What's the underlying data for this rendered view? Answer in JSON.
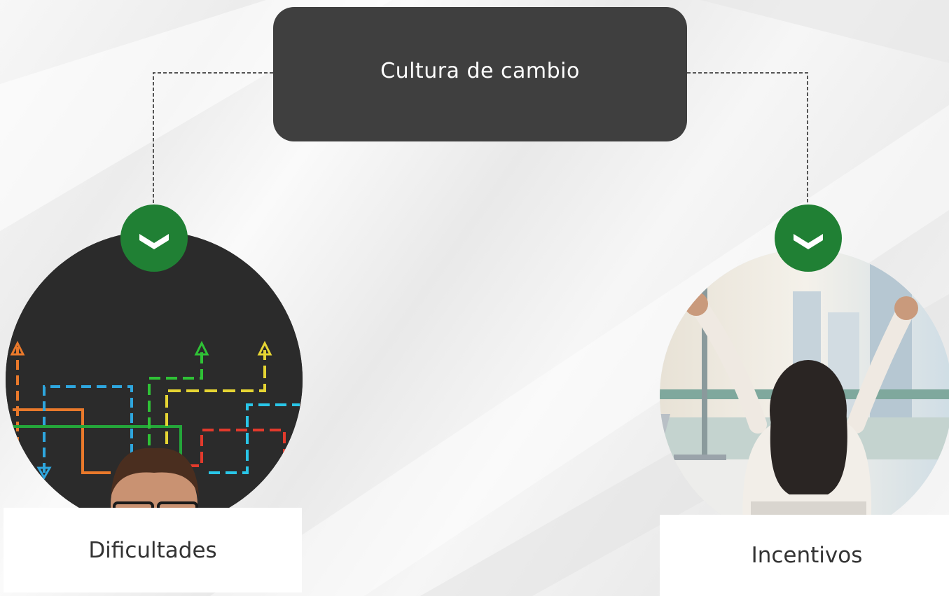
{
  "diagram": {
    "root": {
      "label": "Cultura de cambio"
    },
    "branches": [
      {
        "label": "Dificultades",
        "image": "paths-chalkboard-man-photo",
        "toggle_icon": "chevron-down-icon"
      },
      {
        "label": "Incentivos",
        "image": "celebrating-woman-office-photo",
        "toggle_icon": "chevron-down-icon"
      }
    ]
  },
  "colors": {
    "root_fill": "#3f3f3f",
    "toggle_fill": "#208034",
    "connector": "#555555",
    "label_bg": "#ffffff"
  }
}
